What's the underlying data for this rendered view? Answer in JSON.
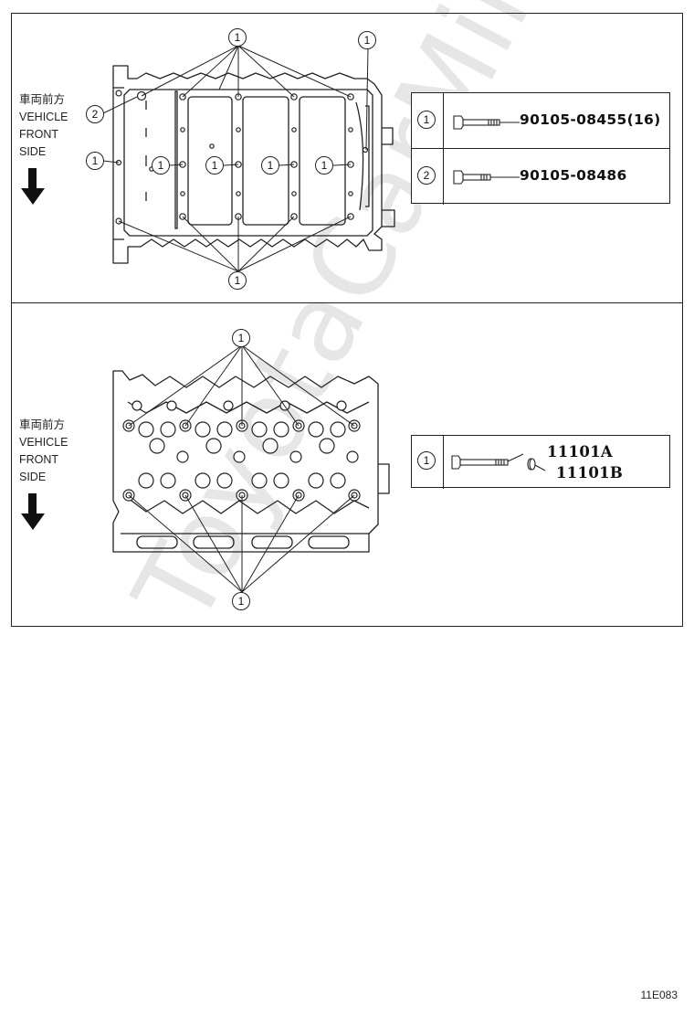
{
  "side_label": [
    "車両前方",
    "VEHICLE",
    "FRONT",
    "SIDE"
  ],
  "callout_one": "1",
  "callout_two": "2",
  "top_parts": [
    {
      "num": "1",
      "part": "90105-08455(16)"
    },
    {
      "num": "2",
      "part": "90105-08486"
    }
  ],
  "bottom_parts": {
    "num": "1",
    "part_a": "11101A",
    "part_b": "11101B"
  },
  "diagram_code": "11E083",
  "watermark": "ToyotaCarMine.ru",
  "colors": {
    "line": "#222222",
    "watermark": "#e6e6e6"
  }
}
